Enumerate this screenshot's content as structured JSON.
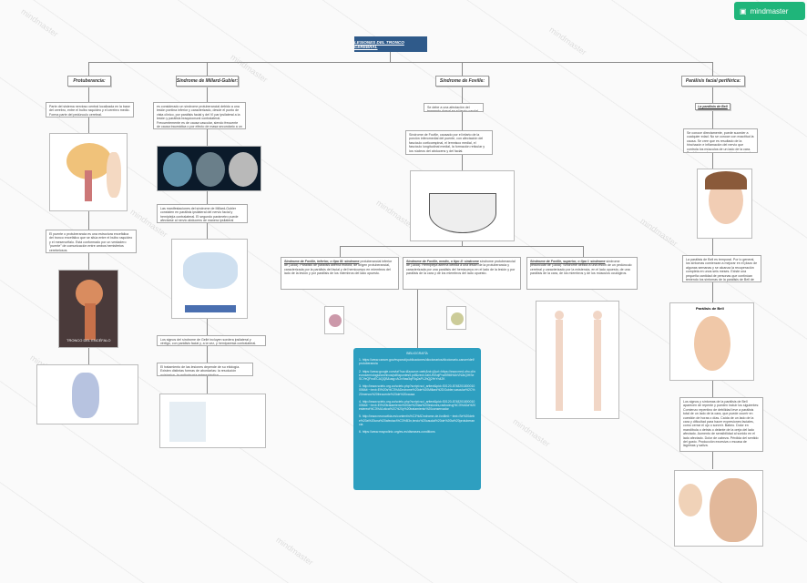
{
  "brand": {
    "name": "mindmaster",
    "color": "#1fb57a",
    "watermark": "mindmaster"
  },
  "title": "LESIONES DEL TRONCO CEREBRAL",
  "colors": {
    "title_bg": "#2f5a8a",
    "biblio_bg": "#2e9fc0"
  },
  "branches": {
    "protuberancia": {
      "label": "Protuberancia:",
      "text1": "Parte del sistema nervioso central localizada en la base del cerebro, entre el bulbo raquídeo y el cerebro medio. Forma parte del pedúnculo cerebral.",
      "text2": "El puente o protuberancia es una estructura encefálica del tronco encefálico que se sitúa entre el bulbo raquídeo y el mesencéfalo. Está conformado por un verdadero \"puente\" de comunicación entre ambos hemisferios cerebelosos.",
      "image_label": "TRONCO DEL ENCÉFALO"
    },
    "millard": {
      "label": "Síndrome de Millard-Gubler:",
      "text1": "es considerado un síndrome protuberancial debido a una lesión pontina inferior y caracterizado, desde el punto de vista clínico, por parálisis facial y del VI par ipsilateral a la lesión y parálisis braquiocrural contralateral. Frecuentemente es de causa vascular, siendo frecuente de causa traumática o por efecto de masa secundario a un tumor.",
      "text2": "Las manifestaciones del síndrome de Millard-Gubler consisten en parálisis ipsilateral del nervio facial y hemiplejía contralateral. El segundo parámetro puede afectarse al nervio abducens de manera ipsilateral respecto de la lesión.",
      "text3": "Los signos del síndrome de Gellé incluyen sordera ipsilateral y vértigo, con parálisis facial y, a la vez, y hemiparesia contralateral.",
      "text4": "El tratamiento de las lesiones depende de su etiología. Existen distintas formas de abordarlas: la resolución quirúrgica, la radiocirugía estereotáctica."
    },
    "foville": {
      "label": "Síndrome de Foville:",
      "text1": "Se debe a una afectación del tegmento dorsal en el tercio caudal de la protuberancia.",
      "text2": "Síndrome de Foville, causado por el infarto de la porción inferomedial del puente, con afectación del fascículo corticoespinal, el lemnisco medial, el fascículo longitudinal medial, la formación reticular y los núcleos del abducens y del facial.",
      "sub": [
        {
          "title": "Síndrome de Foville, inferior, o tipo III: síndrome",
          "text": "protuberancial inferior de (1858). Parálisis de parálisis alterna motora, de origen protuberancial, caracterizada por la parálisis del facial y del hemicuerpo en miembros del lado de la lesión y por parálisis de los miembros del lado opuesto."
        },
        {
          "title": "Síndrome de Foville, medio, o tipo II: síndrome",
          "text": "síndrome protuberancial de (1858). Hemiplejía alterna debida a una lesión de la protuberancia y caracterizada por una parálisis del hemicuerpo en el lado de la lesión y por parálisis de la cara y de los miembros del lado opuesto."
        },
        {
          "title": "Síndrome de Foville, superior, o tipo I: síndrome",
          "text": "síndrome peduncular de (1858). Síndrome debido a una lesión de un pedúnculo cerebral y caracterizado por la existencia, en el lado opuesto, de una parálisis de la cara, de los miembros y de los músculos oculógiros."
        }
      ]
    },
    "bell": {
      "label": "Parálisis facial periférica:",
      "sublabel": "La parálisis de Bell",
      "text1": "Se conoce directamente, puede suceder a cualquier edad. No se conoce con exactitud la causa. Se cree que es resultado de la hinchazón e inflamación del nervio que controla los músculos de un lado de la cara. También puede ser una reacción después de una infección viral.",
      "text2": "La parálisis de Bell es temporal. Por lo general, los síntomas comienzan a mejorar en el plazo de algunas semanas y se alcanza la recuperación completa en unos seis meses. Existe una pequeña cantidad de personas que continúan teniendo los síntomas de la parálisis de Bell de por vida. Es poco frecuente que la parálisis de Bell vuelva a presentarse.",
      "image_label": "Parálisis de Bell",
      "text3": "Los signos y síntomas de la parálisis de Bell aparecen de repente y pueden incluir los siguientes: Comienzo repentino de debilidad leve a parálisis total de un lado de la cara, que puede ocurrir en cuestión de horas o días. Caída de un lado de la cara y dificultad para hacer expresiones faciales, como cerrar el ojo o sonreír. Babeo. Dolor en mandíbula o detrás o delante de la oreja del lado afectado. Aumento de sensibilidad al sonido en el lado afectado. Dolor de cabeza. Pérdida del sentido del gusto. Producción excesiva o escasa de lágrimas y saliva."
    }
  },
  "bibliography": {
    "title": "BIBLIOGRAFÍA",
    "items": [
      "1. https://www.cancer.gov/espanol/publicaciones/diccionarios/diccionario-cancer/def/protuberancia",
      "2. https://www.google.com/url?sa=t&source=web&rct=j&url=https://www.med.ufro.cl/neurosemiologia/archivos/pdf/apuntes5.pdf&ved=2ahUKEwjPnzi59MHAhVNJkQIHSeSCYeQFnoECAQQB&usg=AOvVaw3qF0q2aPL2hQj2HrYn42K",
      "3. http://www.scielo.org.co/scielo.php?script=sci_arttext&pid=S0120-87482018000100064#:~:text=El%20s%C3%ADndrome%20de%20Millard%2DGubler,vascular%2C%20menos%20frecuente%20de%20causa",
      "4. http://www.scielo.org.co/scielo.php?script=sci_arttext&pid=S0120-87482018000100064#:~:text=El%20tratamiento%20de%20las%20lesiones,radiocirug%C3%ADa%20estereot%C3%A1ctica%2C%20y%20tratamiento%20conservador",
      "5. http://www.neurowikia.es/content/s%C3%ADndrome-de-foville#:~:text=Se%20debe%20a%20una%20afectaci%C3%B3n,tercio%20caudal%20de%20la%20protuberancia",
      "6. https://www.mayoclinic.org/es-es/diseases-conditions"
    ]
  }
}
